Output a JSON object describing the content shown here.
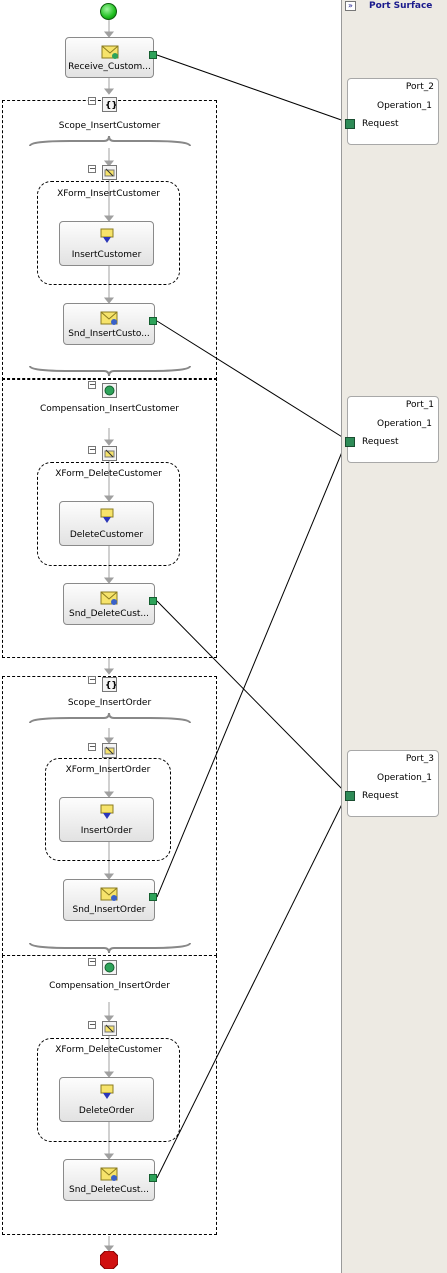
{
  "colors": {
    "start": "#1fbf1f",
    "end": "#d01010",
    "port_bg": "#edeae3",
    "title": "#1a1a8c"
  },
  "shapes": {
    "receive": "Receive_Custom...",
    "scope1": "Scope_InsertCustomer",
    "xform1": "XForm_InsertCustomer",
    "insertCustomer": "InsertCustomer",
    "sndInsertCustomer": "Snd_InsertCusto...",
    "comp1": "Compensation_InsertCustomer",
    "xform2": "XForm_DeleteCustomer",
    "deleteCustomer": "DeleteCustomer",
    "sndDeleteCustomer1": "Snd_DeleteCust...",
    "scope2": "Scope_InsertOrder",
    "xform3": "XForm_InsertOrder",
    "insertOrder": "InsertOrder",
    "sndInsertOrder": "Snd_InsertOrder",
    "comp2": "Compensation_InsertOrder",
    "xform4": "XForm_DeleteCustomer",
    "deleteOrder": "DeleteOrder",
    "sndDeleteCustomer2": "Snd_DeleteCust..."
  },
  "port_surface": {
    "title": "Port Surface",
    "ports": [
      {
        "name": "Port_2",
        "operation": "Operation_1",
        "message": "Request"
      },
      {
        "name": "Port_1",
        "operation": "Operation_1",
        "message": "Request"
      },
      {
        "name": "Port_3",
        "operation": "Operation_1",
        "message": "Request"
      }
    ]
  },
  "icons": {
    "start": "start-circle-icon",
    "end": "end-octagon-icon",
    "receive": "receive-envelope-icon",
    "send": "send-envelope-icon",
    "construct": "construct-message-icon",
    "transform": "transform-icon",
    "scope": "scope-braces-icon",
    "compensation": "compensation-icon",
    "port_toggle": "double-chevron-icon"
  }
}
